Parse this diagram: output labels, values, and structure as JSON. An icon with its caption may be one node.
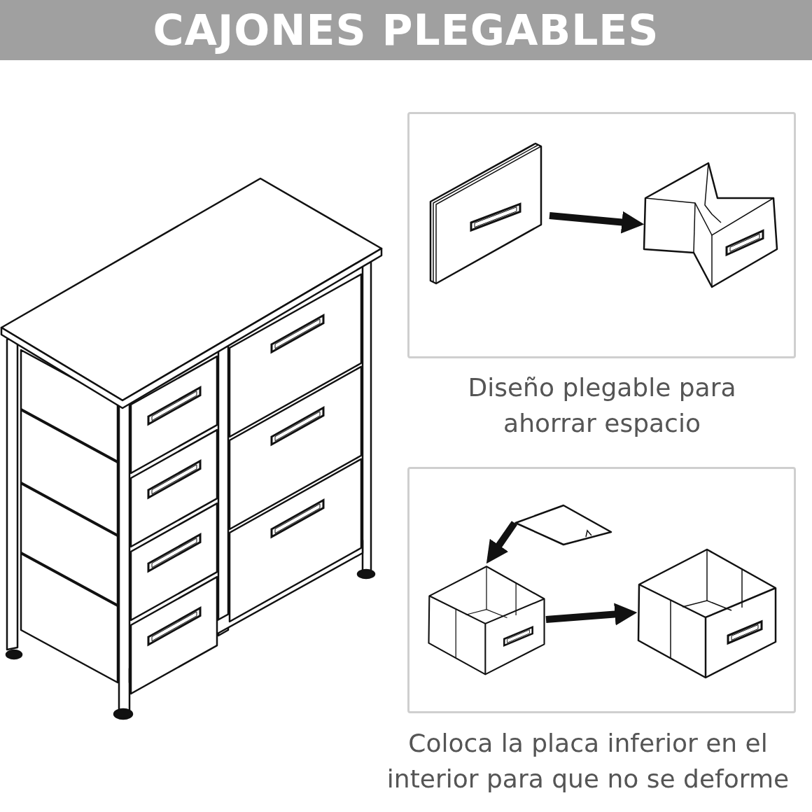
{
  "diagram": {
    "title": "CAJONES PLEGABLES",
    "nodes": [
      {
        "text": [],
        "shape": "box"
      },
      {
        "text": [],
        "shape": "picture",
        "in": 0
      },
      {
        "text": [],
        "shape": "picture",
        "in": 0
      },
      {
        "text": [],
        "shape": "box"
      },
      {
        "text": [],
        "shape": "picture",
        "in": 3
      },
      {
        "text": [],
        "shape": "picture",
        "in": 3
      },
      {
        "text": [],
        "shape": "picture",
        "in": 3
      }
    ],
    "edges": [
      {
        "from": 1,
        "to": 2,
        "arrow": "to"
      },
      {
        "from": 4,
        "to": 5,
        "arrow": "to"
      },
      {
        "from": 5,
        "to": 6,
        "arrow": "to"
      }
    ],
    "labels": [
      "Diseño plegable para ahorrar espacio",
      "Coloca la placa inferior en el interior para que no se deforme"
    ]
  }
}
